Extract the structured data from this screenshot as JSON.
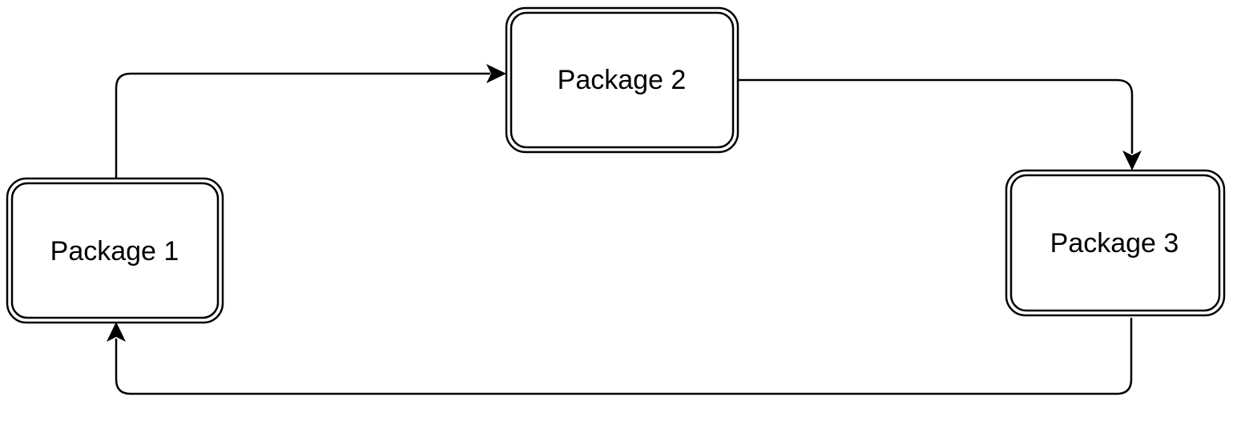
{
  "diagram": {
    "nodes": [
      {
        "id": "package-1",
        "label": "Package 1"
      },
      {
        "id": "package-2",
        "label": "Package 2"
      },
      {
        "id": "package-3",
        "label": "Package 3"
      }
    ],
    "edges": [
      {
        "from": "package-1",
        "to": "package-2"
      },
      {
        "from": "package-2",
        "to": "package-3"
      },
      {
        "from": "package-3",
        "to": "package-1"
      }
    ],
    "colors": {
      "stroke": "#000000",
      "fill": "#ffffff",
      "background": "#ffffff"
    }
  }
}
